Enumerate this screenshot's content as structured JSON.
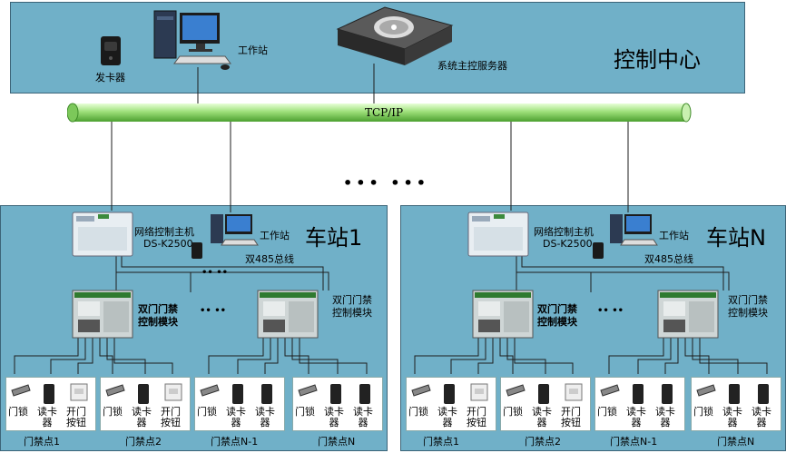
{
  "control_center": {
    "title": "控制中心",
    "workstation_label": "工作站",
    "card_issuer_label": "发卡器",
    "server_label": "系统主控服务器"
  },
  "bus": {
    "label": "TCP/IP"
  },
  "ellipsis": {
    "center": "•••  •••",
    "small": "•• ••"
  },
  "stations": [
    {
      "title": "车站1",
      "controller_label": "网络控制主机",
      "controller_model": "DS-K2500",
      "workstation_label": "工作站",
      "bus485_label": "双485总线",
      "module1_label": "双门门禁\n控制模块",
      "module2_label": "双门门禁\n控制模块",
      "points": [
        {
          "label": "门禁点1",
          "items": [
            "门锁",
            "读卡\n器",
            "开门\n按钮"
          ]
        },
        {
          "label": "门禁点2",
          "items": [
            "门锁",
            "读卡\n器",
            "开门\n按钮"
          ]
        },
        {
          "label": "门禁点N-1",
          "items": [
            "门锁",
            "读卡\n器",
            "读卡\n器"
          ]
        },
        {
          "label": "门禁点N",
          "items": [
            "门锁",
            "读卡\n器",
            "读卡\n器"
          ]
        }
      ]
    },
    {
      "title": "车站N",
      "controller_label": "网络控制主机",
      "controller_model": "DS-K2500",
      "workstation_label": "工作站",
      "bus485_label": "双485总线",
      "module1_label": "双门门禁\n控制模块",
      "module2_label": "双门门禁\n控制模块",
      "points": [
        {
          "label": "门禁点1",
          "items": [
            "门锁",
            "读卡\n器",
            "开门\n按钮"
          ]
        },
        {
          "label": "门禁点2",
          "items": [
            "门锁",
            "读卡\n器",
            "开门\n按钮"
          ]
        },
        {
          "label": "门禁点N-1",
          "items": [
            "门锁",
            "读卡\n器",
            "读卡\n器"
          ]
        },
        {
          "label": "门禁点N",
          "items": [
            "门锁",
            "读卡\n器",
            "读卡\n器"
          ]
        }
      ]
    }
  ],
  "colors": {
    "panel": "#70b0c8",
    "bus": "#9ee07a",
    "line": "#1e1e1e"
  }
}
